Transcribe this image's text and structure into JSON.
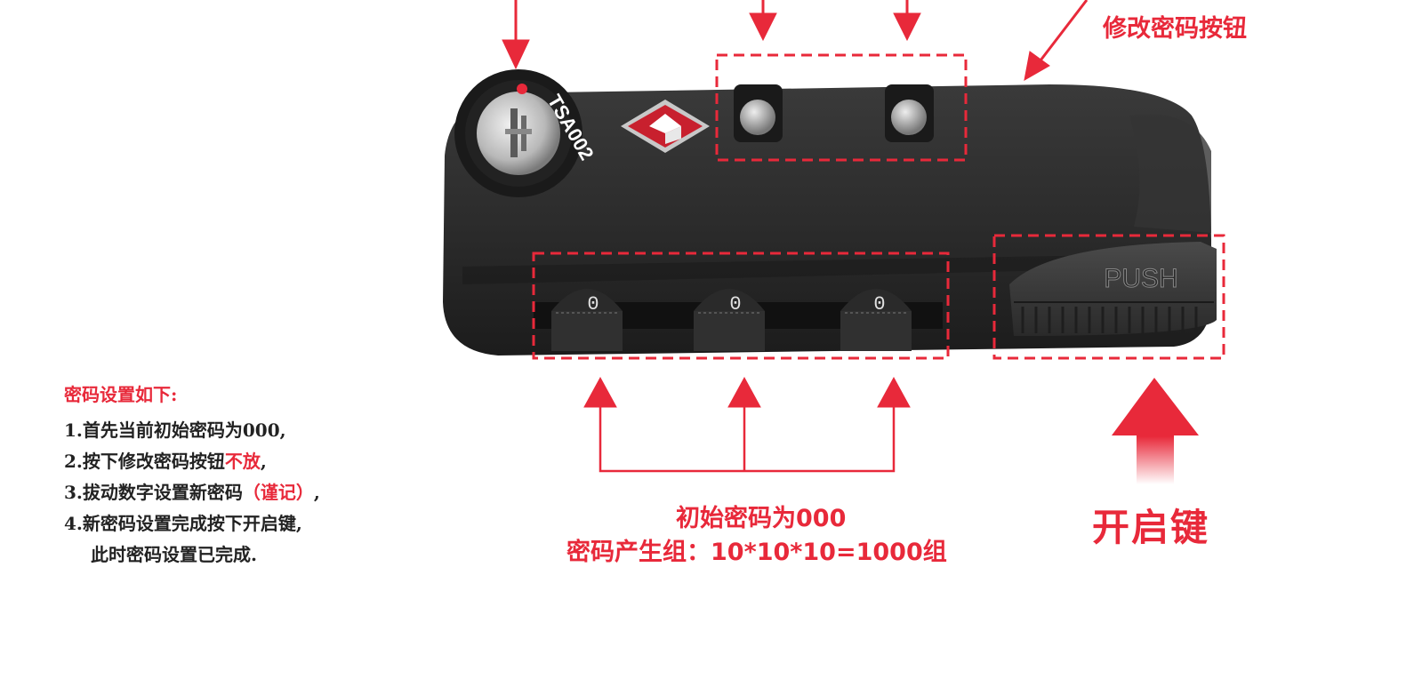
{
  "labels": {
    "modify_button": "修改密码按钮",
    "initial_code": "初始密码为000",
    "combinations": "密码产生组：10*10*10=1000组",
    "open_key": "开启键"
  },
  "lock": {
    "keyhole_marking": "TSA002",
    "button_marking": "PUSH",
    "dial_digits": [
      "0",
      "0",
      "0"
    ]
  },
  "instructions": {
    "heading": "密码设置如下:",
    "steps": [
      {
        "text": "1.首先当前初始密码为000,",
        "highlight": ""
      },
      {
        "text": "2.按下修改密码按钮",
        "highlight": "不放",
        "suffix": ","
      },
      {
        "text": "3.拔动数字设置新密码",
        "highlight": "（谨记）",
        "suffix": ","
      },
      {
        "text": "4.新密码设置完成按下开启键,",
        "highlight": ""
      },
      {
        "text": "此时密码设置已完成.",
        "highlight": ""
      }
    ]
  },
  "colors": {
    "accent": "#e8293a",
    "lock_body": "#2a2a2a",
    "text": "#222222"
  }
}
